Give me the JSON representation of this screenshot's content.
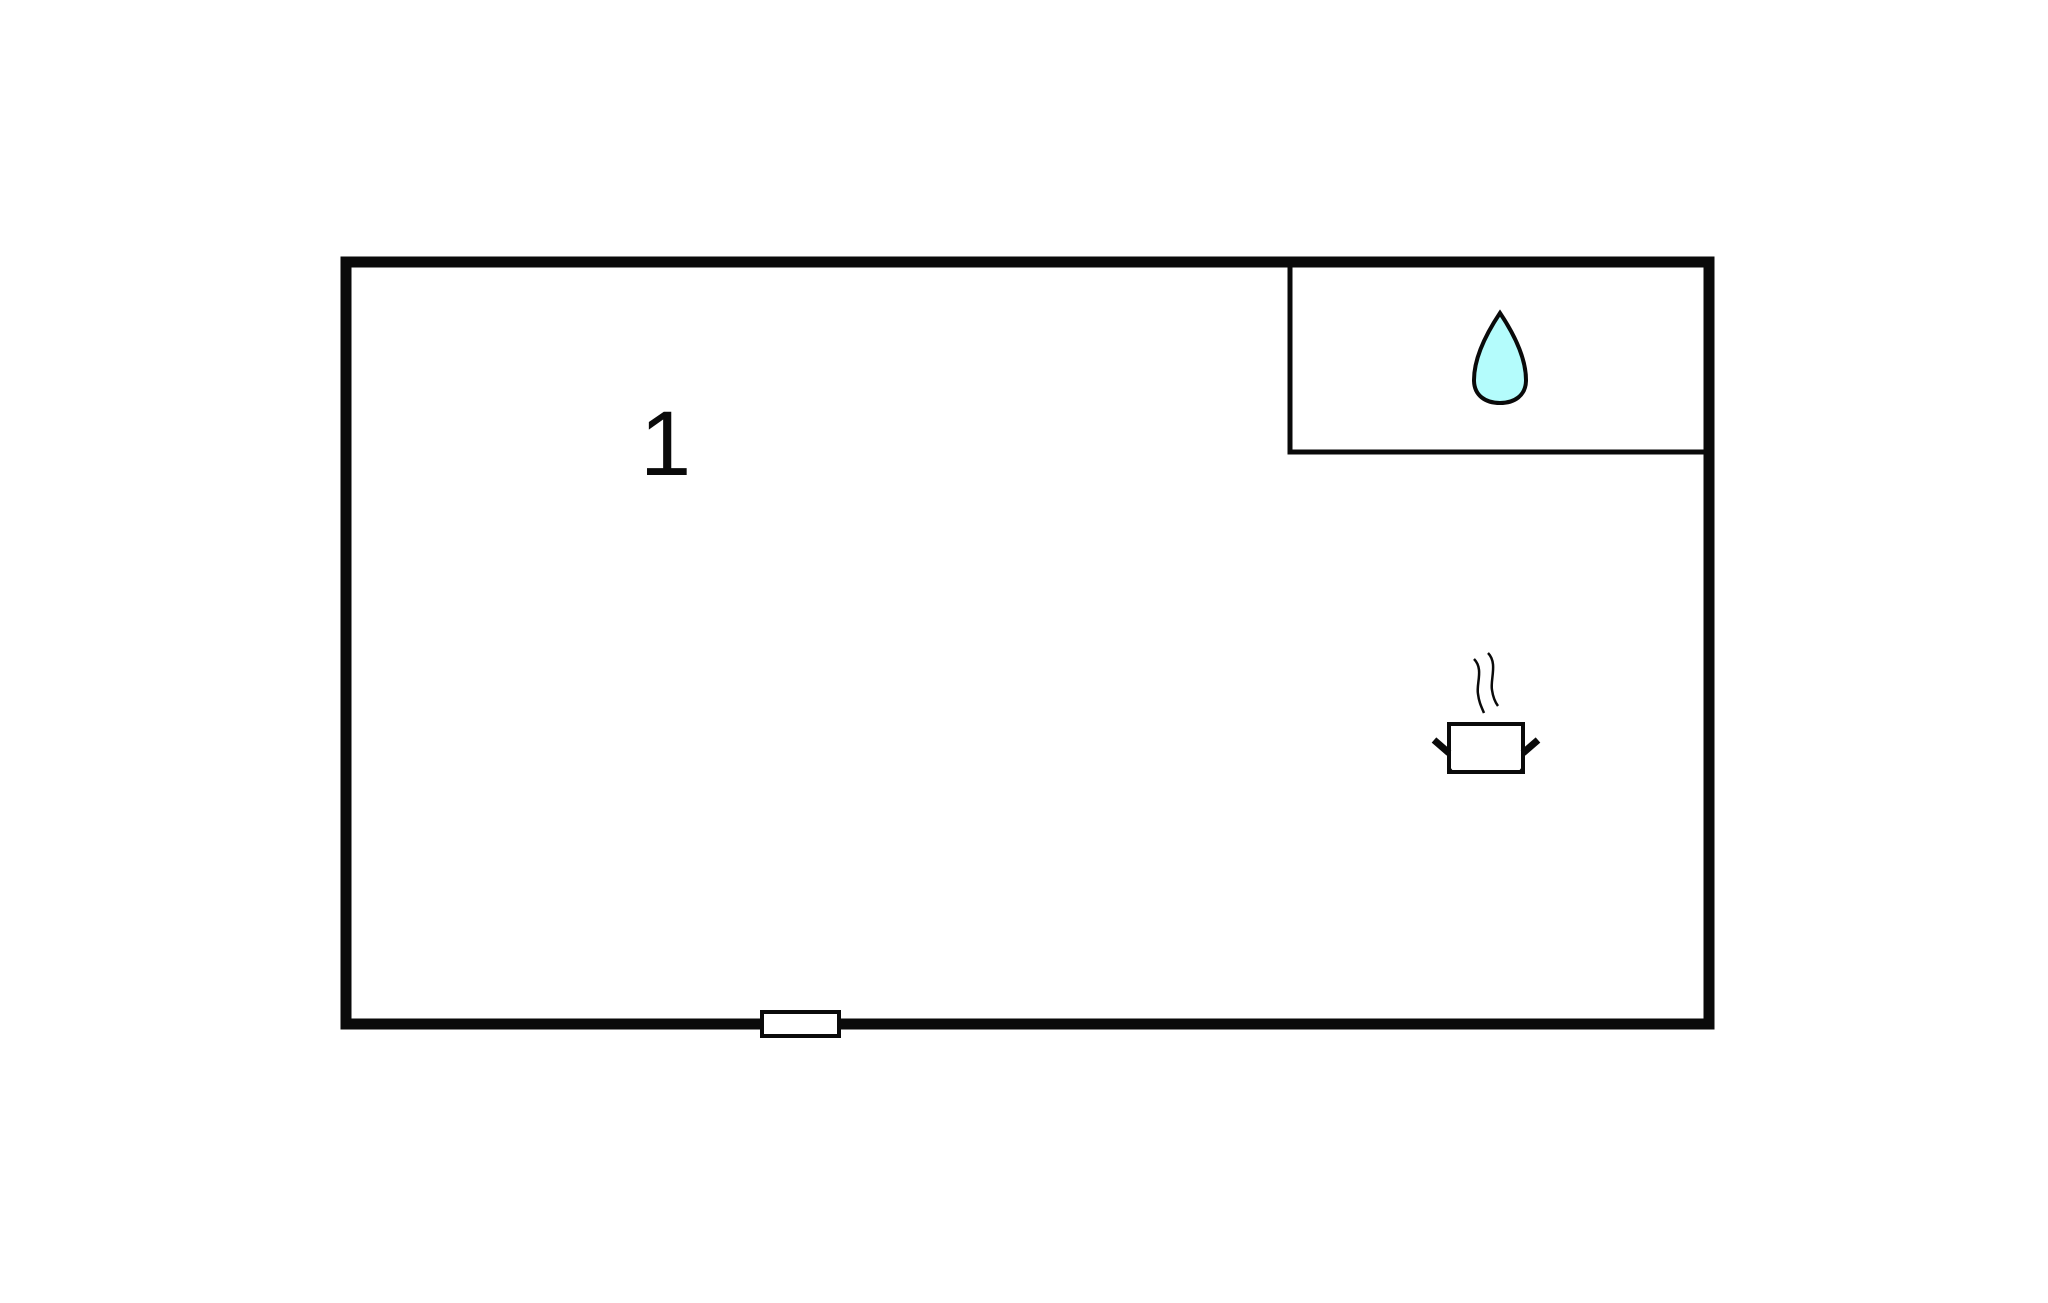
{
  "floor_plan": {
    "rooms": [
      {
        "id": "main-room",
        "label": "1"
      },
      {
        "id": "bathroom",
        "label": "",
        "icon": "water-drop-icon"
      }
    ],
    "fixtures": [
      {
        "name": "kitchen",
        "icon": "cooking-pot-icon"
      },
      {
        "name": "door",
        "icon": "door-icon"
      }
    ],
    "colors": {
      "wall": "#0a0a0a",
      "drop_fill": "#b4fcfc",
      "background": "#ffffff"
    }
  }
}
